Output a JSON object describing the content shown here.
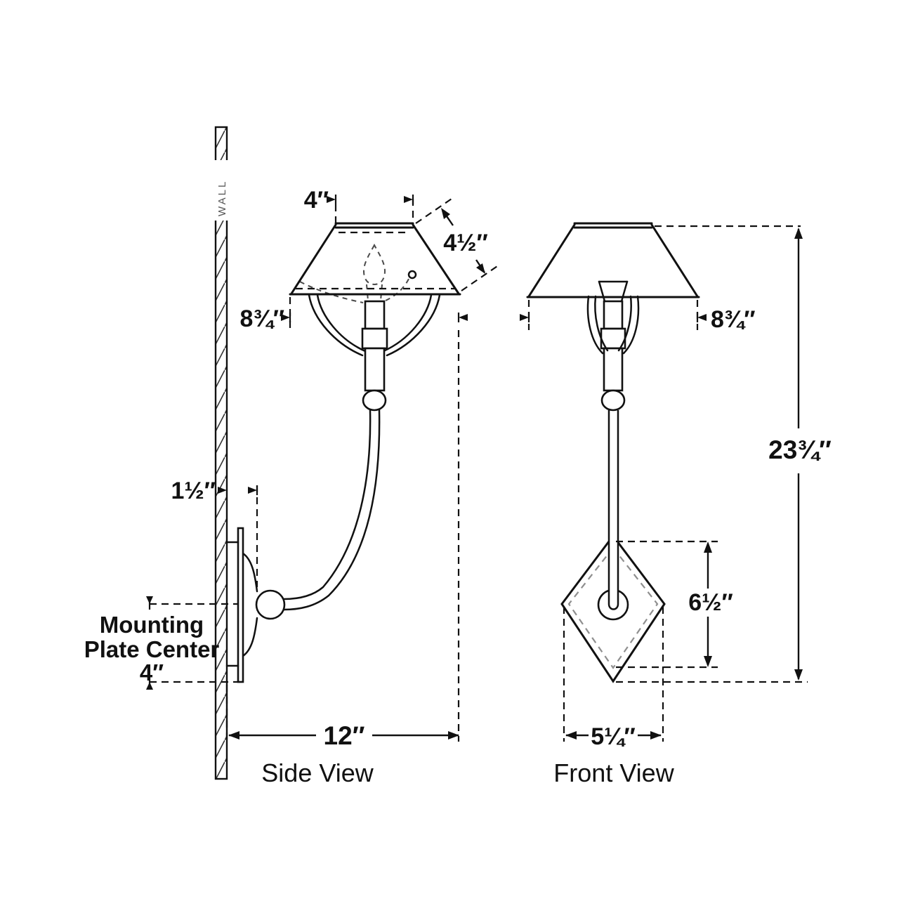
{
  "drawing": {
    "wall_label": "WALL",
    "side_view": {
      "caption": "Side View",
      "dim_shade_top_width": "4″",
      "dim_shade_slant": "4½″",
      "dim_shade_width": "8¾″",
      "dim_backplate_offset": "1½″",
      "mounting_note_line1": "Mounting",
      "mounting_note_line2": "Plate Center",
      "mounting_note_line3": "4″",
      "dim_projection": "12″"
    },
    "front_view": {
      "caption": "Front View",
      "dim_shade_width": "8¾″",
      "dim_overall_height": "23¾″",
      "dim_backplate_height": "6½″",
      "dim_backplate_width": "5¼″"
    }
  }
}
